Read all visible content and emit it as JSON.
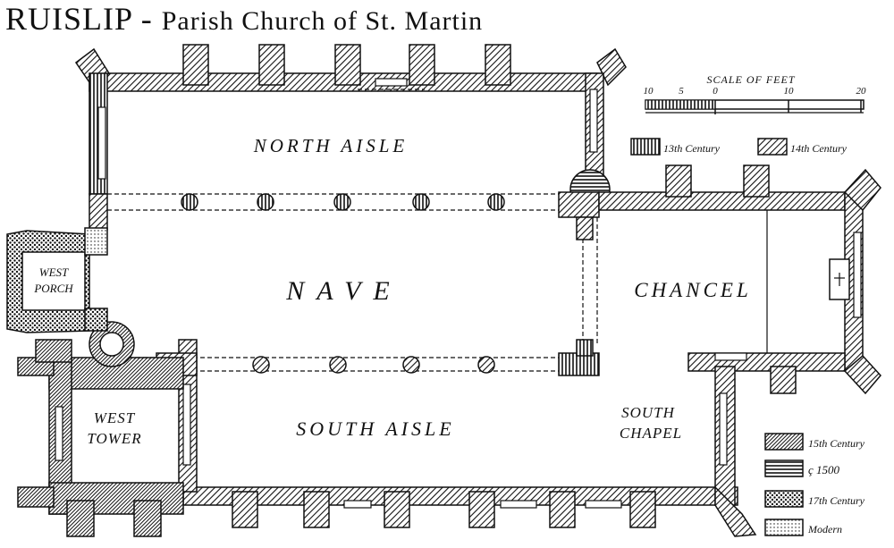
{
  "title": {
    "place": "RUISLIP",
    "sep": " - ",
    "subtitle": "Parish Church of St. Martin"
  },
  "rooms": {
    "north_aisle": "NORTH AISLE",
    "nave": "NAVE",
    "chancel": "CHANCEL",
    "south_aisle": "SOUTH AISLE",
    "south_chapel_1": "SOUTH",
    "south_chapel_2": "CHAPEL",
    "west_tower_1": "WEST",
    "west_tower_2": "TOWER",
    "west_porch_1": "WEST",
    "west_porch_2": "PORCH"
  },
  "scale": {
    "title": "SCALE OF FEET",
    "ticks": [
      "10",
      "5",
      "0",
      "10",
      "20"
    ]
  },
  "legend": [
    {
      "pattern": "vertical-hatch-icon",
      "label": "13th Century"
    },
    {
      "pattern": "diagonal-hatch-icon",
      "label": "14th Century"
    },
    {
      "pattern": "dense-hatch-icon",
      "label": "15th Century"
    },
    {
      "pattern": "horizontal-hatch-icon",
      "label": "ç 1500"
    },
    {
      "pattern": "cross-hatch-icon",
      "label": "17th Century"
    },
    {
      "pattern": "dots-icon",
      "label": "Modern"
    }
  ],
  "colors": {
    "ink": "#111111",
    "paper": "#ffffff"
  }
}
